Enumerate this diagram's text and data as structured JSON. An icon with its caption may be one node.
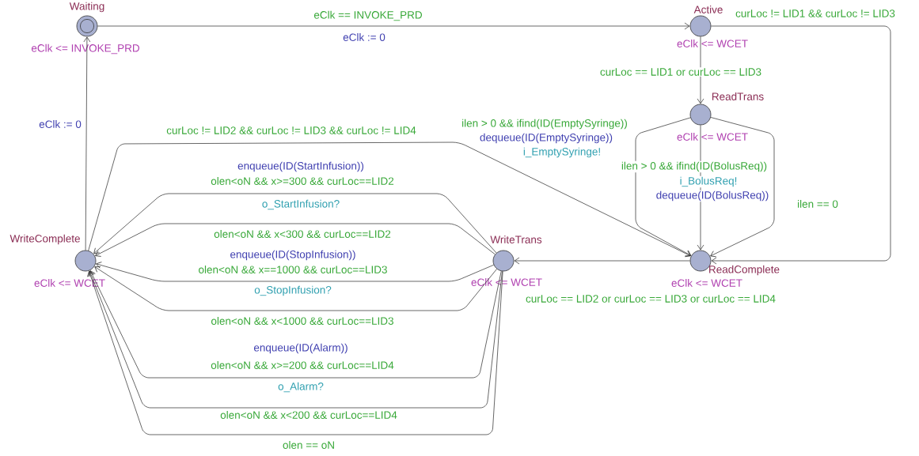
{
  "diagram": {
    "nodes": [
      {
        "text": [
          "Waiting"
        ],
        "beside": [
          "eClk <= INVOKE_PRD"
        ]
      },
      {
        "text": [
          "Active"
        ],
        "beside": [
          "eClk <= WCET"
        ]
      },
      {
        "text": [
          "ReadTrans"
        ],
        "beside": [
          "eClk <= WCET"
        ]
      },
      {
        "text": [
          "ReadComplete"
        ],
        "beside": [
          "eClk <= WCET"
        ]
      },
      {
        "text": [
          "WriteTrans"
        ],
        "beside": [
          "eClk <= WCET"
        ]
      },
      {
        "text": [
          "WriteComplete"
        ],
        "beside": [
          "eClk <= WCET"
        ]
      }
    ],
    "edges": [
      {
        "from": 0,
        "to": 1,
        "arrow": "to",
        "label": "eClk == INVOKE_PRD"
      },
      {
        "from": 1,
        "to": 2,
        "arrow": "to",
        "label": "curLoc == LID1 or curLoc == LID3"
      },
      {
        "from": 1,
        "to": 3,
        "arrow": "to",
        "label": "curLoc != LID1 && curLoc != LID3"
      },
      {
        "from": 2,
        "to": 3,
        "arrow": "to",
        "label": "ilen > 0 && ifind(ID(EmptySyringe))"
      },
      {
        "from": 2,
        "to": 3,
        "arrow": "to",
        "label": "ilen > 0 && ifind(ID(BolusReq))"
      },
      {
        "from": 2,
        "to": 3,
        "arrow": "to",
        "label": "ilen == 0"
      },
      {
        "from": 5,
        "to": 3,
        "arrow": "to",
        "label": "curLoc != LID2 && curLoc != LID3 && curLoc != LID4"
      },
      {
        "from": 3,
        "to": 4,
        "arrow": "to",
        "label": "curLoc == LID2 or curLoc == LID3 or curLoc == LID4"
      },
      {
        "from": 4,
        "to": 5,
        "arrow": "to",
        "label": "olen<oN && x>=300 && curLoc==LID2"
      },
      {
        "from": 4,
        "to": 5,
        "arrow": "to",
        "label": "olen<oN && x<300 && curLoc==LID2"
      },
      {
        "from": 4,
        "to": 5,
        "arrow": "to",
        "label": "olen<oN && x==1000 && curLoc==LID3"
      },
      {
        "from": 4,
        "to": 5,
        "arrow": "to",
        "label": "olen<oN && x<1000 && curLoc==LID3"
      },
      {
        "from": 4,
        "to": 5,
        "arrow": "to",
        "label": "olen<oN && x>=200 && curLoc==LID4"
      },
      {
        "from": 4,
        "to": 5,
        "arrow": "to",
        "label": "olen<oN && x<200 && curLoc==LID4"
      },
      {
        "from": 4,
        "to": 5,
        "arrow": "to",
        "label": "olen == oN"
      },
      {
        "from": 5,
        "to": 0,
        "arrow": "to",
        "label": "eClk := 0"
      }
    ],
    "labels": [
      "eClk := 0",
      "dequeue(ID(EmptySyringe))",
      "i_EmptySyringe!",
      "i_BolusReq!",
      "dequeue(ID(BolusReq))",
      "enqueue(ID(StartInfusion))",
      "o_StartInfusion?",
      "enqueue(ID(StopInfusion))",
      "o_StopInfusion?",
      "enqueue(ID(Alarm))",
      "o_Alarm?"
    ]
  }
}
